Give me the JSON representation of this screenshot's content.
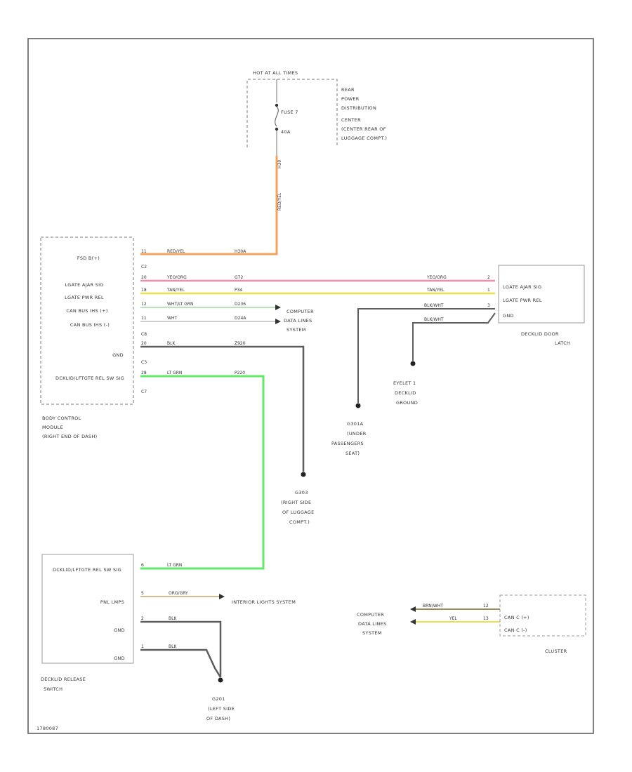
{
  "diagram_id": "1780087",
  "colors": {
    "orange": "#f4a35c",
    "pink": "#f28bb0",
    "yellow": "#e9e04a",
    "green": "#62e86a",
    "gray": "#5e5e5e",
    "light": "#bdbdbd",
    "brown": "#8a6d3b"
  },
  "fuse_block": {
    "hot_label": "HOT AT ALL TIMES",
    "fuse_name": "FUSE 7",
    "fuse_amp": "40A",
    "location": [
      "REAR",
      "POWER",
      "DISTRIBUTION",
      "CENTER",
      "(CENTER REAR OF",
      "LUGGAGE COMPT.)"
    ],
    "wire_color": "RED/YEL",
    "wire_circuit": "H30"
  },
  "bcm": {
    "name": [
      "BODY CONTROL",
      "MODULE",
      "(RIGHT END OF DASH)"
    ],
    "pins": [
      {
        "label": "FSD B(+)",
        "pin": "11",
        "color": "RED/YEL",
        "circuit": "H30A"
      },
      {
        "label": "LGATE AJAR SIG",
        "pin": "20",
        "color": "YEO/ORG",
        "circuit": "G72"
      },
      {
        "label": "LGATE PWR REL",
        "pin": "18",
        "color": "TAN/YEL",
        "circuit": "P34"
      },
      {
        "label": "CAN BUS IHS (+)",
        "pin": "12",
        "color": "WHT/LT GRN",
        "circuit": "D236"
      },
      {
        "label": "CAN BUS IHS (-)",
        "pin": "11",
        "color": "WHT",
        "circuit": "D24A"
      },
      {
        "label": "GND",
        "pin": "20",
        "color": "BLK",
        "circuit": "Z920"
      },
      {
        "label": "DCKLID/LFTGTE REL SW SIG",
        "pin": "28",
        "color": "LT GRN",
        "circuit": "P220"
      }
    ],
    "connectors": [
      "C2",
      "C8",
      "C3",
      "C7"
    ]
  },
  "computer_data": [
    "COMPUTER",
    "DATA LINES",
    "SYSTEM"
  ],
  "latch": {
    "name": [
      "DECKLID DOOR",
      "LATCH"
    ],
    "pins": [
      "LGATE AJAR SIG",
      "LGATE PWR REL",
      "GND"
    ],
    "pin_nums": [
      "2",
      "1",
      "3"
    ],
    "wires": [
      "YEO/ORG",
      "TAN/YEL",
      "BLK/WHT",
      "BLK/WHT"
    ]
  },
  "eyelet": [
    "EYELET 1",
    "DECKLID",
    "GROUND"
  ],
  "g301": [
    "G301A",
    "(UNDER",
    "PASSENGERS",
    "SEAT)"
  ],
  "g303": [
    "G303",
    "(RIGHT SIDE",
    "OF LUGGAGE",
    "COMPT.)"
  ],
  "switch": {
    "name": [
      "DECKLID RELEASE",
      "SWITCH"
    ],
    "pins": [
      "DCKLID/LFTGTE REL SW SIG",
      "PNL LMPS",
      "GND",
      "GND"
    ],
    "pin_nums": [
      "6",
      "5",
      "2",
      "1"
    ],
    "wires": [
      "LT GRN",
      "ORG/GRY",
      "BLK",
      "BLK"
    ]
  },
  "interior": "INTERIOR LIGHTS SYSTEM",
  "g201": [
    "G201",
    "(LEFT SIDE",
    "OF DASH)"
  ],
  "cluster": {
    "name": "CLUSTER",
    "pins": [
      "CAN C (+)",
      "CAN C (-)"
    ],
    "pin_nums": [
      "12",
      "13"
    ],
    "wires": [
      "BRN/WHT",
      "YEL"
    ]
  }
}
